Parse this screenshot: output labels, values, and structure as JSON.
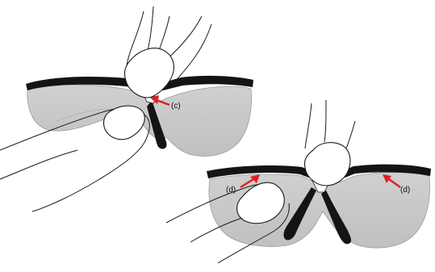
{
  "callouts": {
    "c": "(c)",
    "d_left": "(d)",
    "d_right": "(d)"
  },
  "colors": {
    "lens": "#c8c8c8",
    "frame": "#111111",
    "arrow": "#e02020",
    "outline": "#1a1a1a"
  }
}
